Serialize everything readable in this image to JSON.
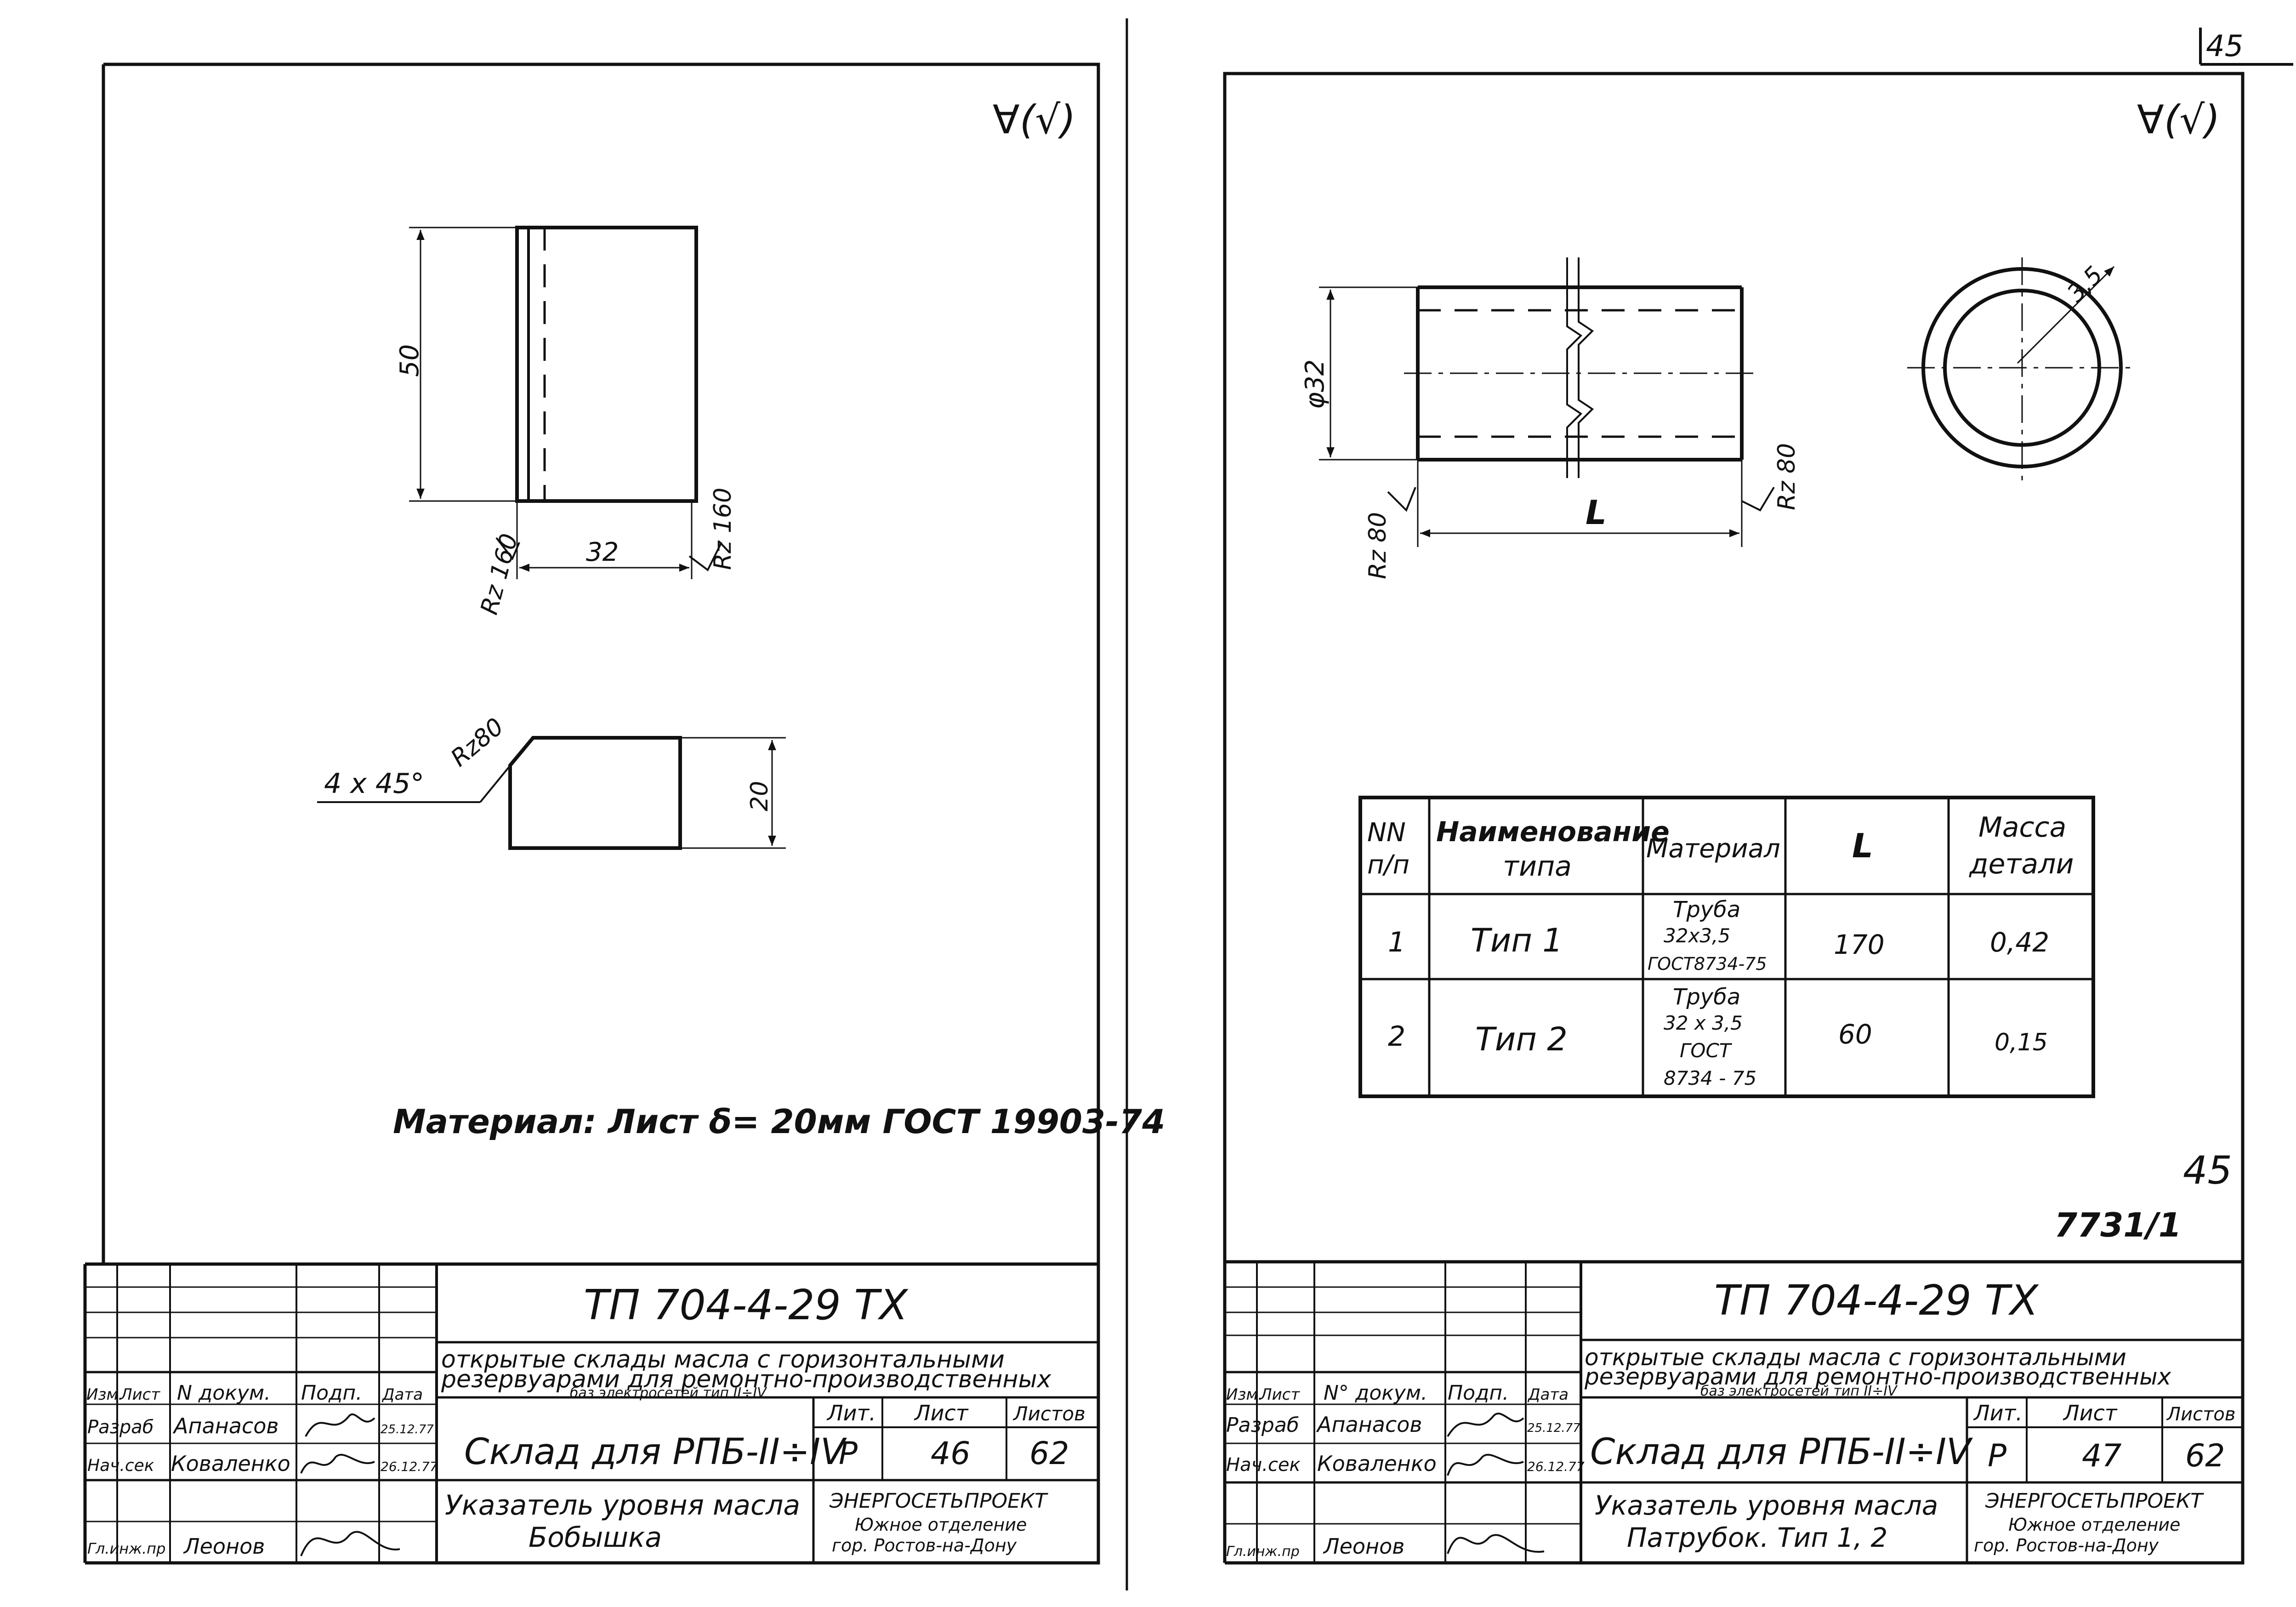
{
  "corner_page_number": "45",
  "left_sheet": {
    "surface_symbol": "∀(√)",
    "bushing_view": {
      "height_dim": "50",
      "width_dim": "32",
      "rough_left": "Rz 160",
      "rough_right": "Rz 160"
    },
    "chamfer_view": {
      "chamfer_label": "4 x 45°",
      "rough_label": "Rz80",
      "height_dim": "20"
    },
    "material_note": "Материал: Лист δ= 20мм ГОСТ 19903-74",
    "title_block": {
      "doc_code": "ТП 704-4-29 ТХ",
      "project_title_1": "открытые склады масла с горизонтальными",
      "project_title_2": "резервуарами для ремонтно-производственных",
      "project_title_3": "баз электросетей тип II÷IV",
      "headers": [
        "Изм.",
        "Лист",
        "N докум.",
        "Подп.",
        "Дата"
      ],
      "rows": [
        {
          "role": "Разраб",
          "name": "Апанасов",
          "date": "25.12.77"
        },
        {
          "role": "Нач.сек",
          "name": "Коваленко",
          "date": "26.12.77"
        },
        {
          "role": "Гл.инж.пр",
          "name": "Леонов",
          "date": ""
        }
      ],
      "sheet_title": "Склад для РПБ-II÷IV",
      "lit_label": "Лит.",
      "sheet_label": "Лист",
      "sheets_label": "Листов",
      "lit": "Р",
      "sheet": "46",
      "sheets": "62",
      "part_title_1": "Указатель уровня масла",
      "part_title_2": "Бобышка",
      "org_1": "ЭНЕРГОСЕТЬПРОЕКТ",
      "org_2": "Южное отделение",
      "org_3": "гор. Ростов-на-Дону"
    }
  },
  "right_sheet": {
    "surface_symbol": "∀(√)",
    "pipe_view": {
      "diameter_dim": "φ32",
      "length_dim": "L",
      "rough_left": "Rz 80",
      "rough_right": "Rz 80",
      "wall_dim": "3,5"
    },
    "table": {
      "headers": [
        "NN п/п",
        "Наименование типа",
        "Материал",
        "L",
        "Масса детали"
      ],
      "rows": [
        [
          "1",
          "Тип 1",
          "Труба 32х3,5 ГОСТ8734-75",
          "170",
          "0,42"
        ],
        [
          "2",
          "Тип 2",
          "Труба 32х3,5 ГОСТ 8734-75",
          "60",
          "0,15"
        ]
      ]
    },
    "page_mark": "45",
    "archive_number": "7731/1",
    "title_block": {
      "doc_code": "ТП 704-4-29 ТХ",
      "project_title_1": "открытые склады масла с горизонтальными",
      "project_title_2": "резервуарами для ремонтно-производственных",
      "project_title_3": "баз электросетей тип II÷IV",
      "headers": [
        "Изм.",
        "Лист",
        "N° докум.",
        "Подп.",
        "Дата"
      ],
      "rows": [
        {
          "role": "Разраб",
          "name": "Апанасов",
          "date": "25.12.77"
        },
        {
          "role": "Нач.сек",
          "name": "Коваленко",
          "date": "26.12.77"
        },
        {
          "role": "Гл.инж.пр",
          "name": "Леонов",
          "date": ""
        }
      ],
      "sheet_title": "Склад для РПБ-II÷IV",
      "lit_label": "Лит.",
      "sheet_label": "Лист",
      "sheets_label": "Листов",
      "lit": "Р",
      "sheet": "47",
      "sheets": "62",
      "part_title_1": "Указатель уровня масла",
      "part_title_2": "Патрубок. Тип 1, 2",
      "org_1": "ЭНЕРГОСЕТЬПРОЕКТ",
      "org_2": "Южное отделение",
      "org_3": "гор. Ростов-на-Дону"
    }
  }
}
